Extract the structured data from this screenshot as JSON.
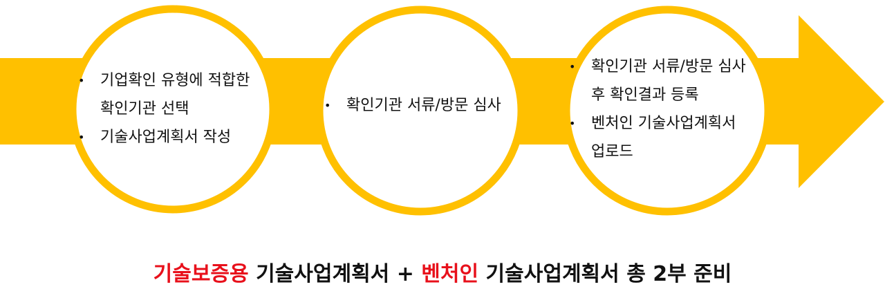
{
  "colors": {
    "arrow": "#FFC000",
    "circle_fill": "#FFFFFF",
    "circle_stroke": "#FFC000",
    "highlight": "#E8101B",
    "text": "#111111"
  },
  "steps": [
    {
      "bullets": [
        {
          "lines": [
            "기업확인 유형에 적합한",
            "확인기관 선택"
          ]
        },
        {
          "lines": [
            "기술사업계획서 작성"
          ]
        }
      ]
    },
    {
      "bullets": [
        {
          "lines": [
            "확인기관 서류/방문 심사"
          ]
        }
      ]
    },
    {
      "bullets": [
        {
          "lines": [
            "확인기관 서류/방문 심사",
            "후 확인결과 등록"
          ]
        },
        {
          "lines": [
            "벤처인 기술사업계획서",
            "업로드"
          ]
        }
      ]
    }
  ],
  "caption": {
    "part1": "기술보증용",
    "part2": " 기술사업계획서 + ",
    "part3": "벤처인",
    "part4": " 기술사업계획서 총 2부 준비"
  }
}
